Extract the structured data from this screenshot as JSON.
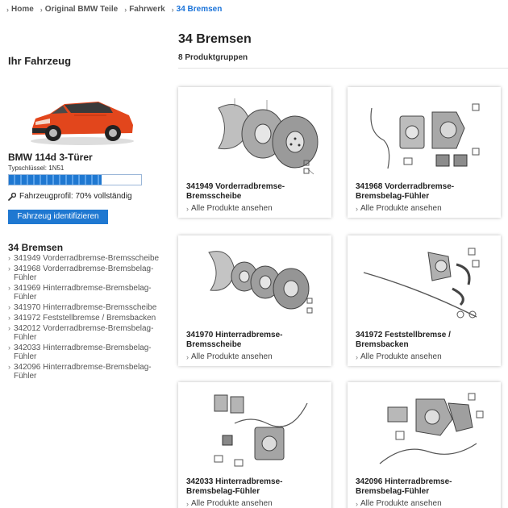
{
  "breadcrumb": [
    {
      "label": "Home",
      "current": false
    },
    {
      "label": "Original BMW Teile",
      "current": false
    },
    {
      "label": "Fahrwerk",
      "current": false
    },
    {
      "label": "34 Bremsen",
      "current": true
    }
  ],
  "sidebar": {
    "title": "Ihr Fahrzeug",
    "vehicle_name": "BMW 114d 3-Türer",
    "type_key": "Typschlüssel: 1N51",
    "profile_percent": 70,
    "profile_text": "Fahrzeugprofil: 70% vollständig",
    "identify_button": "Fahrzeug identifizieren",
    "category_title": "34 Bremsen",
    "categories": [
      "341949 Vorderradbremse-Bremsscheibe",
      "341968 Vorderradbremse-Bremsbelag-Fühler",
      "341969 Hinterradbremse-Bremsbelag-Fühler",
      "341970 Hinterradbremse-Bremsscheibe",
      "341972 Feststellbremse / Bremsbacken",
      "342012 Vorderradbremse-Bremsbelag-Fühler",
      "342033 Hinterradbremse-Bremsbelag-Fühler",
      "342096 Hinterradbremse-Bremsbelag-Fühler"
    ]
  },
  "main": {
    "title": "34 Bremsen",
    "subtitle": "8 Produktgruppen",
    "link_label": "Alle Produkte ansehen",
    "cards": [
      {
        "title": "341949 Vorderradbremse-Bremsscheibe"
      },
      {
        "title": "341968 Vorderradbremse-Bremsbelag-Fühler"
      },
      {
        "title": "341970 Hinterradbremse-Bremsscheibe"
      },
      {
        "title": "341972 Feststellbremse / Bremsbacken"
      },
      {
        "title": "342033 Hinterradbremse-Bremsbelag-Fühler"
      },
      {
        "title": "342096 Hinterradbremse-Bremsbelag-Fühler"
      }
    ]
  },
  "colors": {
    "accent": "#1f78d1",
    "car_body": "#e2461c"
  },
  "icons": {
    "breadcrumb_separator": "chevron-right-icon",
    "profile": "wrench-icon"
  }
}
